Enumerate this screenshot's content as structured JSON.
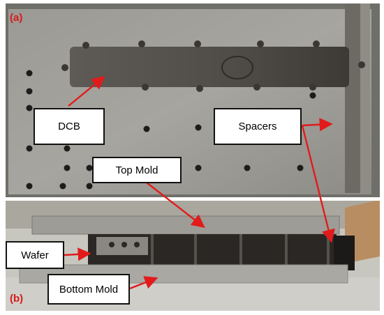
{
  "panels": {
    "a_label": "(a)",
    "b_label": "(b)"
  },
  "callouts": {
    "dcb": "DCB",
    "spacers": "Spacers",
    "top_mold": "Top Mold",
    "wafer": "Wafer",
    "bottom_mold": "Bottom Mold"
  },
  "colors": {
    "arrow": "#e11b1b",
    "label": "#d81b1b"
  }
}
